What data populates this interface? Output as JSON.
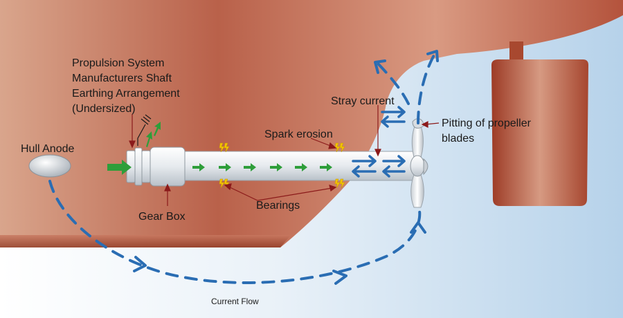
{
  "labels": {
    "propulsion": [
      "Propulsion System",
      "Manufacturers Shaft",
      "Earthing Arrangement",
      "(Undersized)"
    ],
    "hull_anode": "Hull Anode",
    "gear_box": "Gear Box",
    "spark_erosion": "Spark erosion",
    "bearings": "Bearings",
    "stray_current": "Stray current",
    "pitting": [
      "Pitting of propeller",
      "blades"
    ],
    "current_flow": "Current Flow"
  },
  "colors": {
    "hull_light": "#d49a80",
    "hull_dark": "#a8482f",
    "water_light": "#ffffff",
    "water_dark": "#b8d4ea",
    "current_arrow": "#2a6db3",
    "shaft_arrow": "#2e9e3a",
    "callout": "#8b1a1a",
    "spark": "#f2c200"
  },
  "icons": [
    "ground-symbol-icon",
    "spark-icon",
    "arrowhead-icon"
  ]
}
